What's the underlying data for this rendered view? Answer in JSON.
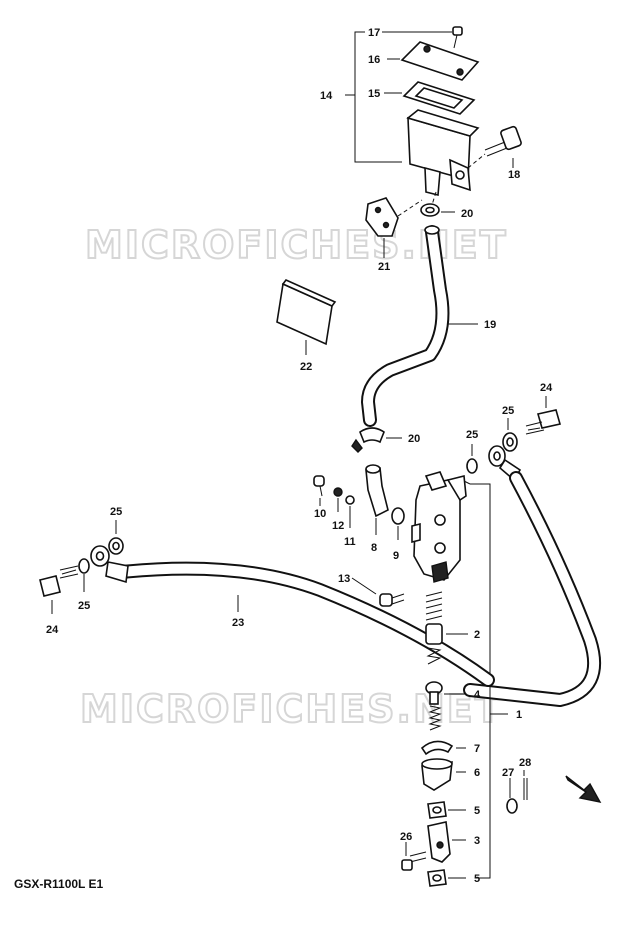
{
  "watermarks": [
    "MICROFICHES.NET",
    "MICROFICHES.NET"
  ],
  "model_label": "GSX-R1100L E1",
  "callouts": {
    "p17": "17",
    "p16": "16",
    "p15": "15",
    "p14": "14",
    "p18": "18",
    "p20a": "20",
    "p21": "21",
    "p19": "19",
    "p22": "22",
    "p24a": "24",
    "p25a": "25",
    "p20b": "20",
    "p25b": "25",
    "p10": "10",
    "p12": "12",
    "p11": "11",
    "p8": "8",
    "p9": "9",
    "p25c": "25",
    "p25d": "25",
    "p24b": "24",
    "p23": "23",
    "p13": "13",
    "p2": "2",
    "p4": "4",
    "p1": "1",
    "p7": "7",
    "p6": "6",
    "p27": "27",
    "p28": "28",
    "p5a": "5",
    "p3": "3",
    "p26": "26",
    "p5b": "5"
  },
  "icons": {
    "direction_arrow": "front-direction-arrow-icon"
  }
}
